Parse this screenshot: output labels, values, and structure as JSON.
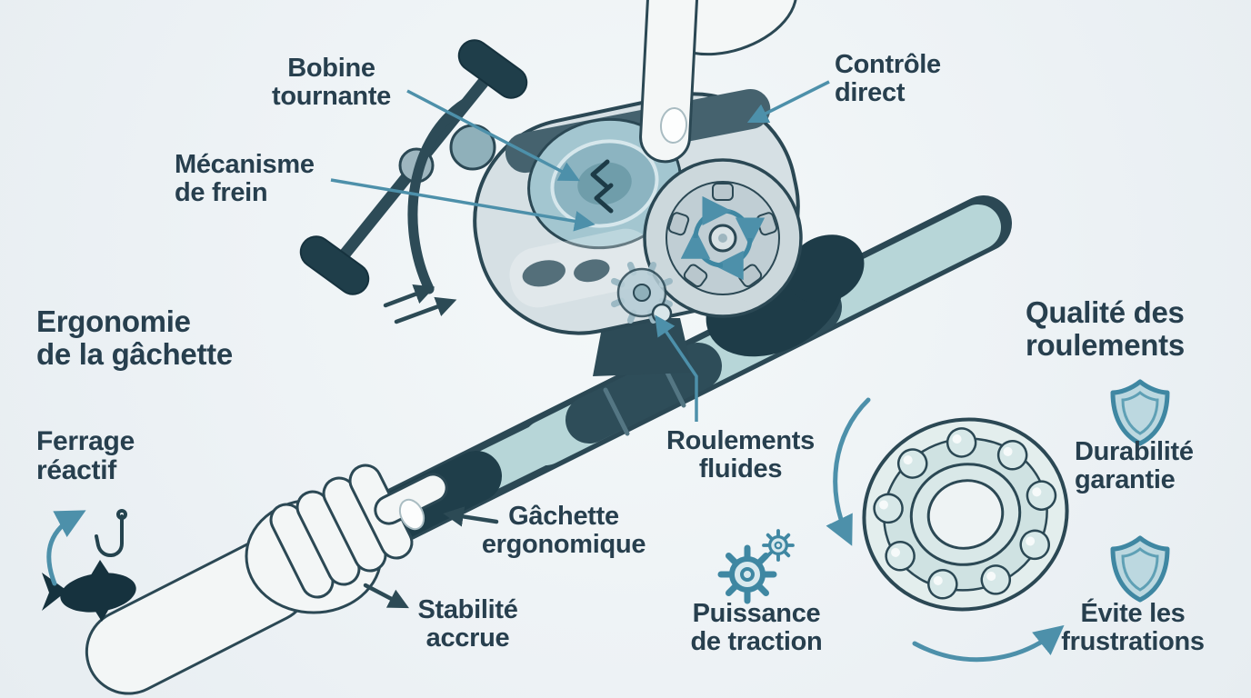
{
  "meta": {
    "background": "#edf2f5",
    "accent_teal": "#4d90aa",
    "ink": "#273f4e",
    "rod_light": "#b7d6d8",
    "dark_part": "#1f3e4a"
  },
  "labels": {
    "bobine_tournante": "Bobine\ntournante",
    "controle_direct": "Contrôle\ndirect",
    "mecanisme_frein": "Mécanisme\nde frein",
    "ergonomie_gachette": "Ergonomie\nde la gâchette",
    "ferrage_reactif": "Ferrage\nréactif",
    "qualite_roulements": "Qualité des\nroulements",
    "roulements_fluides": "Roulements\nfluides",
    "durabilite_garantie": "Durabilité\ngarantie",
    "gachette_ergonomique": "Gâchette\nergonomique",
    "stabilite_accrue": "Stabilité\naccrue",
    "puissance_traction": "Puissance\nde traction",
    "evite_frustrations": "Évite les\nfrustrations"
  },
  "icons": {
    "shield_top": "shield-icon",
    "shield_bottom": "shield-icon",
    "gear": "gear-icon",
    "fish": "fish-icon",
    "hook": "hook-icon",
    "bearing": "ball-bearing-illustration",
    "finger": "pressing-finger",
    "hand": "angler-hand"
  }
}
